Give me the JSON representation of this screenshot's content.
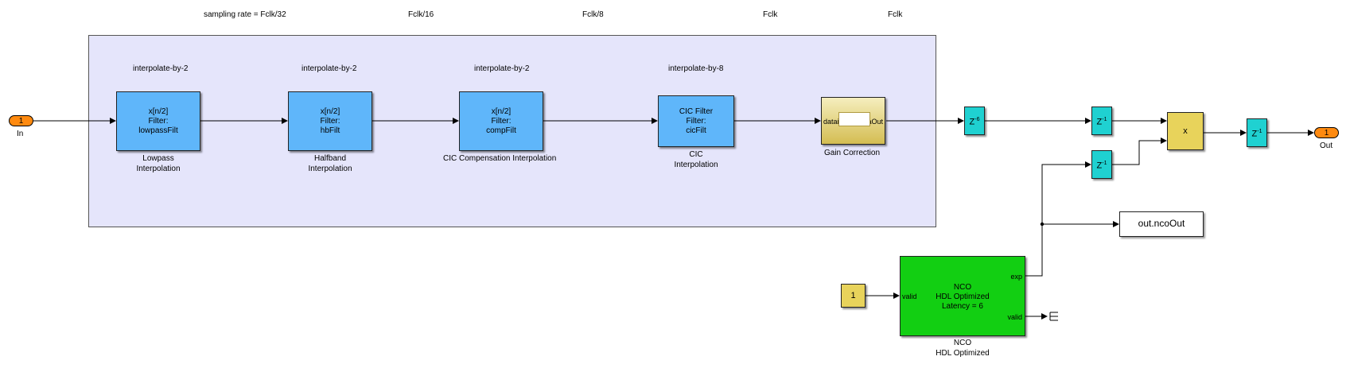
{
  "rates": {
    "r32": "sampling rate = Fclk/32",
    "r16": "Fclk/16",
    "r8": "Fclk/8",
    "r1a": "Fclk",
    "r1b": "Fclk"
  },
  "interp_labels": {
    "a": "interpolate-by-2",
    "b": "interpolate-by-2",
    "c": "interpolate-by-2",
    "d": "interpolate-by-8"
  },
  "filters": [
    {
      "line1": "x[n/2]",
      "line2": "Filter:",
      "line3": "lowpassFilt",
      "caption1": "Lowpass",
      "caption2": "Interpolation"
    },
    {
      "line1": "x[n/2]",
      "line2": "Filter:",
      "line3": "hbFilt",
      "caption1": "Halfband",
      "caption2": "Interpolation"
    },
    {
      "line1": "x[n/2]",
      "line2": "Filter:",
      "line3": "compFilt",
      "caption1": "CIC Compensation Interpolation",
      "caption2": ""
    }
  ],
  "cic": {
    "line1": "CIC Filter",
    "line2": "Filter:",
    "line3": "cicFilt",
    "caption1": "CIC",
    "caption2": "Interpolation"
  },
  "gain": {
    "in_port": "datain",
    "out_port": "dataOut",
    "caption": "Gain Correction"
  },
  "delays": {
    "z6": "Z",
    "z6_exp": "-6",
    "z1a": "Z",
    "z1a_exp": "-1",
    "z1b": "Z",
    "z1b_exp": "-1",
    "z1c": "Z",
    "z1c_exp": "-1"
  },
  "multiply": {
    "label": "x"
  },
  "ports": {
    "in_num": "1",
    "in_label": "In",
    "out_num": "1",
    "out_label": "Out"
  },
  "to_workspace": {
    "label": "out.ncoOut"
  },
  "constant": {
    "value": "1"
  },
  "nco": {
    "line1": "NCO",
    "line2": "HDL Optimized",
    "line3": "Latency = 6",
    "port_valid_in": "valid",
    "port_exp": "exp",
    "port_valid_out": "valid",
    "caption1": "NCO",
    "caption2": "HDL Optimized"
  },
  "colors": {
    "subsystem_bg": "#e5e5fb",
    "filter_block": "#5fb6fa",
    "delay_block": "#1fd1d1",
    "nco_block": "#12cf12",
    "port_orange": "#ff8a10",
    "constant_yellow": "#e8d35b"
  }
}
